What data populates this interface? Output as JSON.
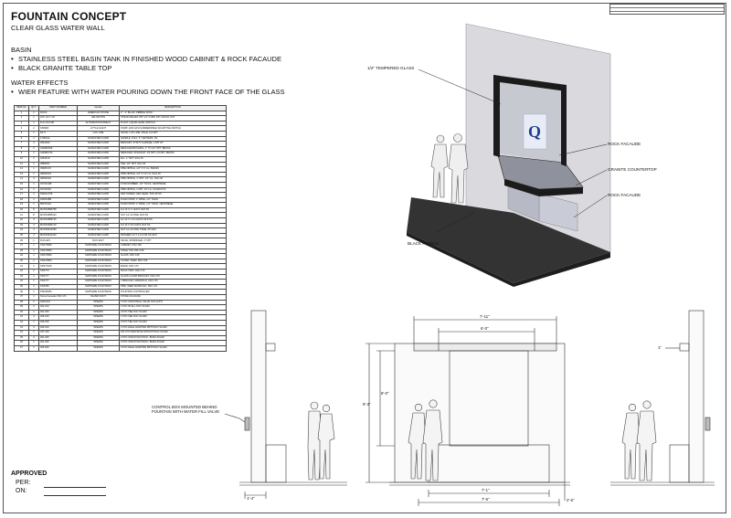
{
  "header": {
    "title": "FOUNTAIN CONCEPT",
    "subtitle": "CLEAR GLASS WATER WALL"
  },
  "spec": {
    "basin_heading": "BASIN",
    "basin_items": [
      "STAINLESS STEEL BASIN TANK IN FINISHED WOOD CABINET & ROCK FACAUDE",
      "BLACK GRANITE TABLE TOP"
    ],
    "water_heading": "WATER EFFECTS",
    "water_items": [
      "WIER FEATURE WITH WATER POURING DOWN THE FRONT FACE OF THE GLASS"
    ]
  },
  "bom": {
    "columns": [
      "ITEM NO.",
      "QTY.",
      "PART NUMBER",
      "Vendor",
      "DESCRIPTION"
    ],
    "rows": [
      [
        "1",
        "1",
        "ROCK",
        "AMERICAN STONE",
        "2\" - 3\" BLACK PEBBLE ROCK"
      ],
      [
        "2",
        "1",
        "LPC 1/2 T-1/2",
        "ARLINGTON",
        "STRAIN RELIEF 3/8\" 1/2\" CORD 3/8\" KNOCK OUT"
      ],
      [
        "3",
        "1",
        "FLS-VX4-3/8",
        "AUTOMATION DIRECT",
        "FLOAT, LIQUID LEVEL SWITCH"
      ],
      [
        "4",
        "2",
        "SS5000",
        "LITTLE GIANT",
        "PUMP, 1200 GPH SUBMERSIBLE W/CAPTIVE SWITCH"
      ],
      [
        "5",
        "1",
        "5/1.5",
        "LOC LINE",
        "VALVE, LOC LINE, MALE, 1/2 NPT"
      ],
      [
        "6",
        "1",
        "1706A4a",
        "McMASTER-CARR",
        "HANDLE, PULL, 6\" CENTERS, SS"
      ],
      [
        "7",
        "4",
        "3512K93",
        "McMASTER-CARR",
        "BRACKET, STRUT CHANNEL 1-5/8\" HT"
      ],
      [
        "8",
        "2",
        "44295K526",
        "McMASTER-CARR",
        "REDUCER BUSHING, 1\" TO 1/2\" NPT, BRASS"
      ],
      [
        "9",
        "1",
        "44295K723",
        "McMASTER-CARR",
        "REDUCER, STRAIGHT, 1/2 NPT, 1/4 NPT, BRASS"
      ],
      [
        "10",
        "1",
        "4464K16",
        "McMASTER-CARR",
        "ELL, 1\" NPT, SCH 40"
      ],
      [
        "11",
        "1",
        "4880K61",
        "McMASTER-CARR",
        "TEE, 1/2\" NPT, SCH 40"
      ],
      [
        "12",
        "1",
        "4548K172",
        "McMASTER-CARR",
        "PIPE NIPPLE, 1/2\" X 6\" LG, BRASS"
      ],
      [
        "13",
        "1",
        "4830K224",
        "McMASTER-CARR",
        "PIPE NIPPLE, 1/2\" X 12\" LG, SCH 40"
      ],
      [
        "14",
        "4",
        "4830K222",
        "McMASTER-CARR",
        "PIPE NIPPLE, 1\" NPT, 1/2\" LG, SCH 40"
      ],
      [
        "15",
        "1",
        "9172K1AB",
        "McMASTER-CARR",
        "FOAM RUBBER, 1/2\" THICK, NEOPRENE"
      ],
      [
        "16",
        "1",
        "9172K218",
        "McMASTER-CARR",
        "PIPE NIPPLE, 2 NPT, 10\" LG, SCH40 PVC"
      ],
      [
        "17",
        "4",
        "93251A706",
        "McMASTER-CARR",
        "HEX SCREW, HEX HEAD, 5/16-18 SS"
      ],
      [
        "18",
        "1",
        "9325K4B5",
        "McMASTER-CARR",
        "FOAM STRIP, 2\" WIDE, 1/4\" THICK"
      ],
      [
        "19",
        "1",
        "8537K419",
        "McMASTER-CARR",
        "FOAM STRIP, 2\" WIDE, 1/4\" THICK, NEOPRENE"
      ],
      [
        "20",
        "8",
        "MCP018B6758",
        "McMASTER-CARR",
        "1/2-13 X 1\" HHCS 18-8 SS"
      ],
      [
        "21",
        "8",
        "MCP018B5410",
        "McMASTER-CARR",
        "NUT 1/2-13 FINE 18-8 SS"
      ],
      [
        "22",
        "4",
        "MCP018B6716",
        "McMASTER-CARR",
        "1/2-13 X 1-1/2 HHCS 18-8 SS"
      ],
      [
        "23",
        "4",
        "MCP024B4710",
        "McMASTER-CARR",
        "1/2-13 X 3/4 HHCS 18-8 SS"
      ],
      [
        "24",
        "4",
        "MCP066A4350",
        "McMASTER-CARR",
        "NUT 1/2-13 FINE STEEL ZP GR2"
      ],
      [
        "25",
        "4",
        "MCP046A4310",
        "McMASTER-CARR",
        "WASHER 1/2 X 1-1/4 OD SS 18-8"
      ],
      [
        "26",
        "1",
        "FLR-LW1",
        "DAYLIGHT",
        "VALVE, SPRINKLER, 1\" FPT"
      ],
      [
        "27",
        "1",
        "SSS7458C",
        "SAPPHIRE FOUNTAINS",
        "CABINET, FRU 166"
      ],
      [
        "28",
        "1",
        "SSS7458C",
        "SAPPHIRE FOUNTAINS",
        "TABLE TOP, FRU 166"
      ],
      [
        "29",
        "1",
        "SSS7458C",
        "SAPPHIRE FOUNTAINS",
        "GLASS, FRU 166"
      ],
      [
        "30",
        "1",
        "SSS7458C",
        "SAPPHIRE FOUNTAINS",
        "COVER, WIER, FRU 166"
      ],
      [
        "31",
        "1",
        "SSS7718C",
        "SAPPHIRE FOUNTAINS",
        "BASIN, FRU 170"
      ],
      [
        "32",
        "2",
        "SSS773",
        "SAPPHIRE FOUNTAINS",
        "ROCK TRAY, FRU 170"
      ],
      [
        "33",
        "1",
        "SSS777",
        "SAPPHIRE FOUNTAINS",
        "GLASS CLAMP BRACKET, FRU 170"
      ],
      [
        "34",
        "1",
        "SSS777",
        "SAPPHIRE FOUNTAINS",
        "L BRACKET, MANIFOLD, FRU 170"
      ],
      [
        "35",
        "1",
        "SSS780",
        "SAPPHIRE FOUNTAINS",
        "PIPE, WIER MANIFOLD, FRU 170"
      ],
      [
        "36",
        "1",
        "PSF1B282",
        "SAPPHIRE FOUNTAINS",
        "FOUNTAIN CONTROLLER"
      ],
      [
        "37",
        "1",
        "Stone Facaude FRU 171",
        "SILVER KNOT",
        "STONE FACAUDE"
      ],
      [
        "38",
        "2",
        "2620-010",
        "SPEARS",
        "1 PVC UNION BALL VALVE SOC (FPT)"
      ],
      [
        "39",
        "4",
        "401-010",
        "SPEARS",
        "1 PVC 90 ELL SOC SCH40"
      ],
      [
        "40",
        "1",
        "401-020",
        "SPEARS",
        "2 PVC TEE SOC SCH40"
      ],
      [
        "41",
        "4",
        "406-010",
        "SPEARS",
        "1 PVC TEE SOC SCH40"
      ],
      [
        "42",
        "1",
        "406-020",
        "SPEARS",
        "2 PVC TEE SOC SCH40"
      ],
      [
        "43",
        "4",
        "406-010",
        "SPEARS",
        "1 PVC MALE ADAPTER MPTXSOC SCH40"
      ],
      [
        "44",
        "1",
        "437-249",
        "SPEARS",
        "2X1 PVC RED BUSH SPIGOTXSOC SCH40"
      ],
      [
        "45",
        "4",
        "401-020",
        "SPEARS",
        "2 PVC UNION SOCXSOC, BUNA SCH40"
      ],
      [
        "46",
        "1",
        "401-020",
        "SPEARS",
        "2 PVC UNION SOCXSOC, BUNA SCH40"
      ],
      [
        "47",
        "1",
        "406-020",
        "SPEARS",
        "2 PVC MALE ADAPTER MPTXSOC SCH40"
      ]
    ]
  },
  "approval": {
    "heading": "APPROVED",
    "per_label": "PER:",
    "on_label": "ON:"
  },
  "iso_callouts": {
    "glass": "1/2\" TEMPERED GLASS",
    "rock_facade_upper": "ROCK FACAUDE",
    "granite": "GRANITE COUNTERTOP",
    "rock_facade_lower": "ROCK FACAUDE",
    "pebble": "BLACK PEBBLE"
  },
  "elevation": {
    "control_note": "CONTROL BOX MOUNTED BEHIND FOUNTAIN WITH WATER FILL VALVE",
    "dims": {
      "top_width_outer": "7'-11\"",
      "top_width_inner": "6'-0\"",
      "height_overall": "9'-3\"",
      "height_glass": "8'-0\"",
      "base_width_inner": "7'-1\"",
      "base_width_outer": "7'-6\"",
      "base_height": "2'-6\"",
      "left_offset": "1'-4\"",
      "right_top": "1\""
    }
  },
  "colors": {
    "wall": "#d9d9de",
    "floor": "#333333",
    "frame": "#1b1b1b",
    "cabinet": "#c9ccd6",
    "logo_blue": "#1e3f8c"
  }
}
